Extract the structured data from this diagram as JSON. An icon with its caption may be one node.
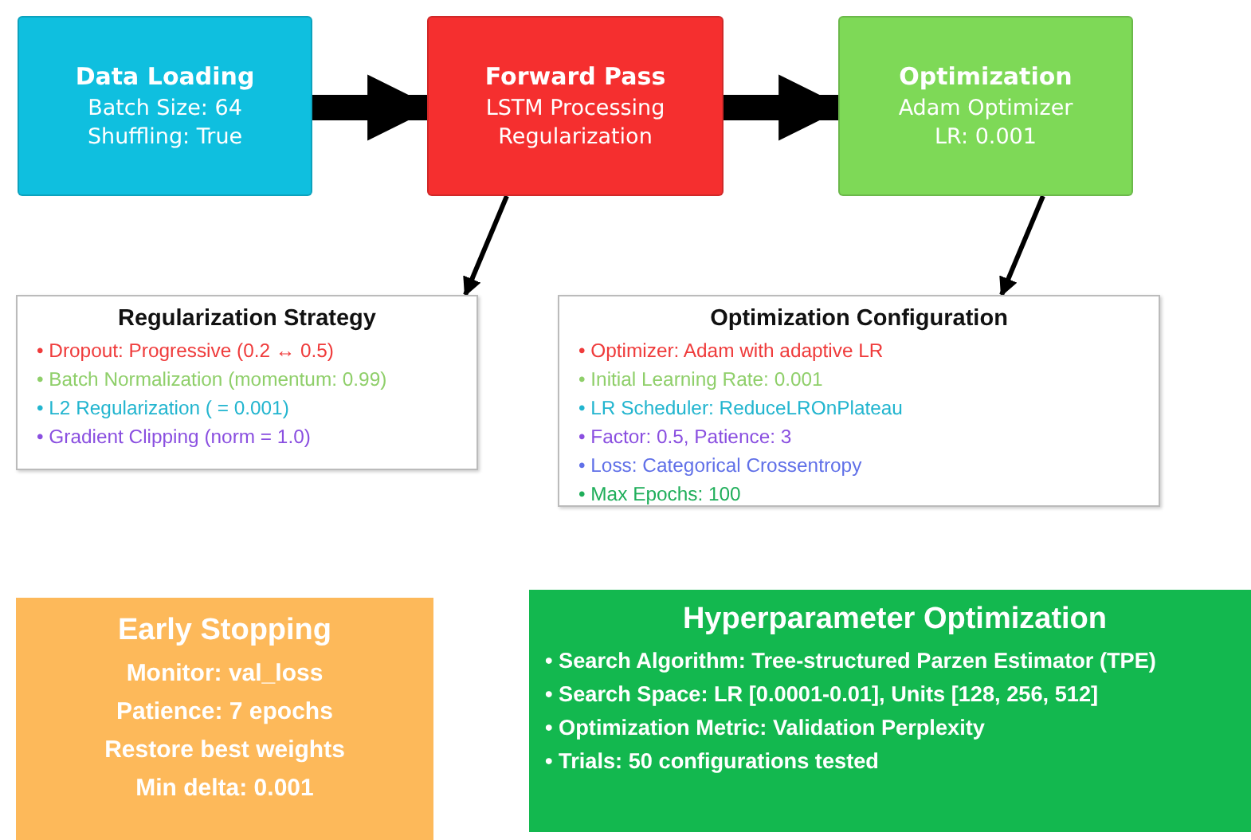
{
  "diagram": {
    "nodes": [
      {
        "text": [
          "Data Loading",
          "Batch Size: 64",
          "Shuffling: True"
        ]
      },
      {
        "text": [
          "Forward Pass",
          "LSTM Processing",
          "Regularization"
        ]
      },
      {
        "text": [
          "Optimization",
          "Adam Optimizer",
          "LR: 0.001"
        ]
      },
      {
        "text": [
          "Regularization Strategy",
          "• Dropout: Progressive (0.2 ↔ 0.5)",
          "• Batch Normalization (momentum: 0.99)",
          "• L2 Regularization ( = 0.001)",
          "• Gradient Clipping (norm = 1.0)"
        ]
      },
      {
        "text": [
          "Optimization Configuration",
          "• Optimizer: Adam with adaptive LR",
          "• Initial Learning Rate: 0.001",
          "• LR Scheduler: ReduceLROnPlateau",
          "• Factor: 0.5, Patience: 3",
          "• Loss: Categorical Crossentropy",
          "• Max Epochs: 100"
        ]
      },
      {
        "text": [
          "Early Stopping",
          "Monitor: val_loss",
          "Patience: 7 epochs",
          "Restore best weights",
          "Min delta: 0.001"
        ]
      },
      {
        "text": [
          "Hyperparameter Optimization",
          "• Search Algorithm: Tree-structured Parzen Estimator (TPE)",
          "• Search Space: LR [0.0001-0.01], Units [128, 256, 512]",
          "• Optimization Metric: Validation Perplexity",
          "• Trials: 50 configurations tested"
        ]
      }
    ],
    "edges": [
      {
        "from": 0,
        "to": 1,
        "arrow": "to",
        "style": "thick"
      },
      {
        "from": 1,
        "to": 2,
        "arrow": "to",
        "style": "thick"
      },
      {
        "from": 1,
        "to": 3,
        "arrow": "to"
      },
      {
        "from": 2,
        "to": 4,
        "arrow": "to"
      }
    ]
  }
}
